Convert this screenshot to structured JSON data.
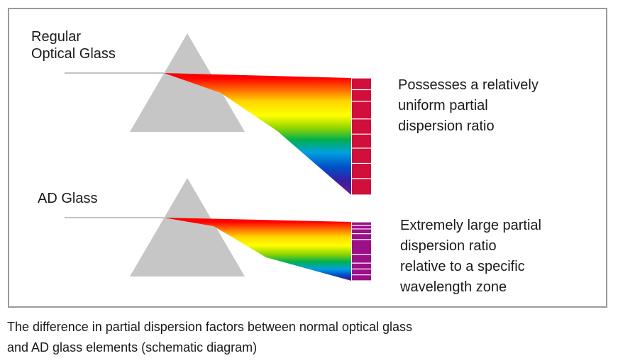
{
  "top": {
    "label": [
      "Regular",
      "Optical Glass"
    ],
    "description": [
      "Possesses a relatively",
      "uniform partial",
      "dispersion ratio"
    ],
    "bar_color": "#d0103a",
    "tick_fractions": [
      0,
      0.1,
      0.2,
      0.35,
      0.48,
      0.6,
      0.73,
      0.86,
      1
    ]
  },
  "bottom": {
    "label": [
      "AD Glass"
    ],
    "description": [
      "Extremely large partial",
      "dispersion ratio",
      "relative to a specific",
      "wavelength zone"
    ],
    "bar_color": "#9b1088",
    "tick_fractions": [
      0,
      0.06,
      0.12,
      0.2,
      0.3,
      0.55,
      0.7,
      0.8,
      0.9,
      1
    ]
  },
  "caption": [
    "The difference in partial dispersion factors between normal optical glass",
    "and AD glass elements (schematic diagram)"
  ],
  "colors": {
    "prism": "#c6c6c6",
    "ray": "#b0b0b0",
    "frame": "#9a9a9a",
    "spectrum": [
      "#ff0000",
      "#ff6a00",
      "#ffd500",
      "#ffff00",
      "#8fd400",
      "#00b050",
      "#00a0e0",
      "#0050c8",
      "#3a1ea0",
      "#6a1a8e"
    ]
  }
}
